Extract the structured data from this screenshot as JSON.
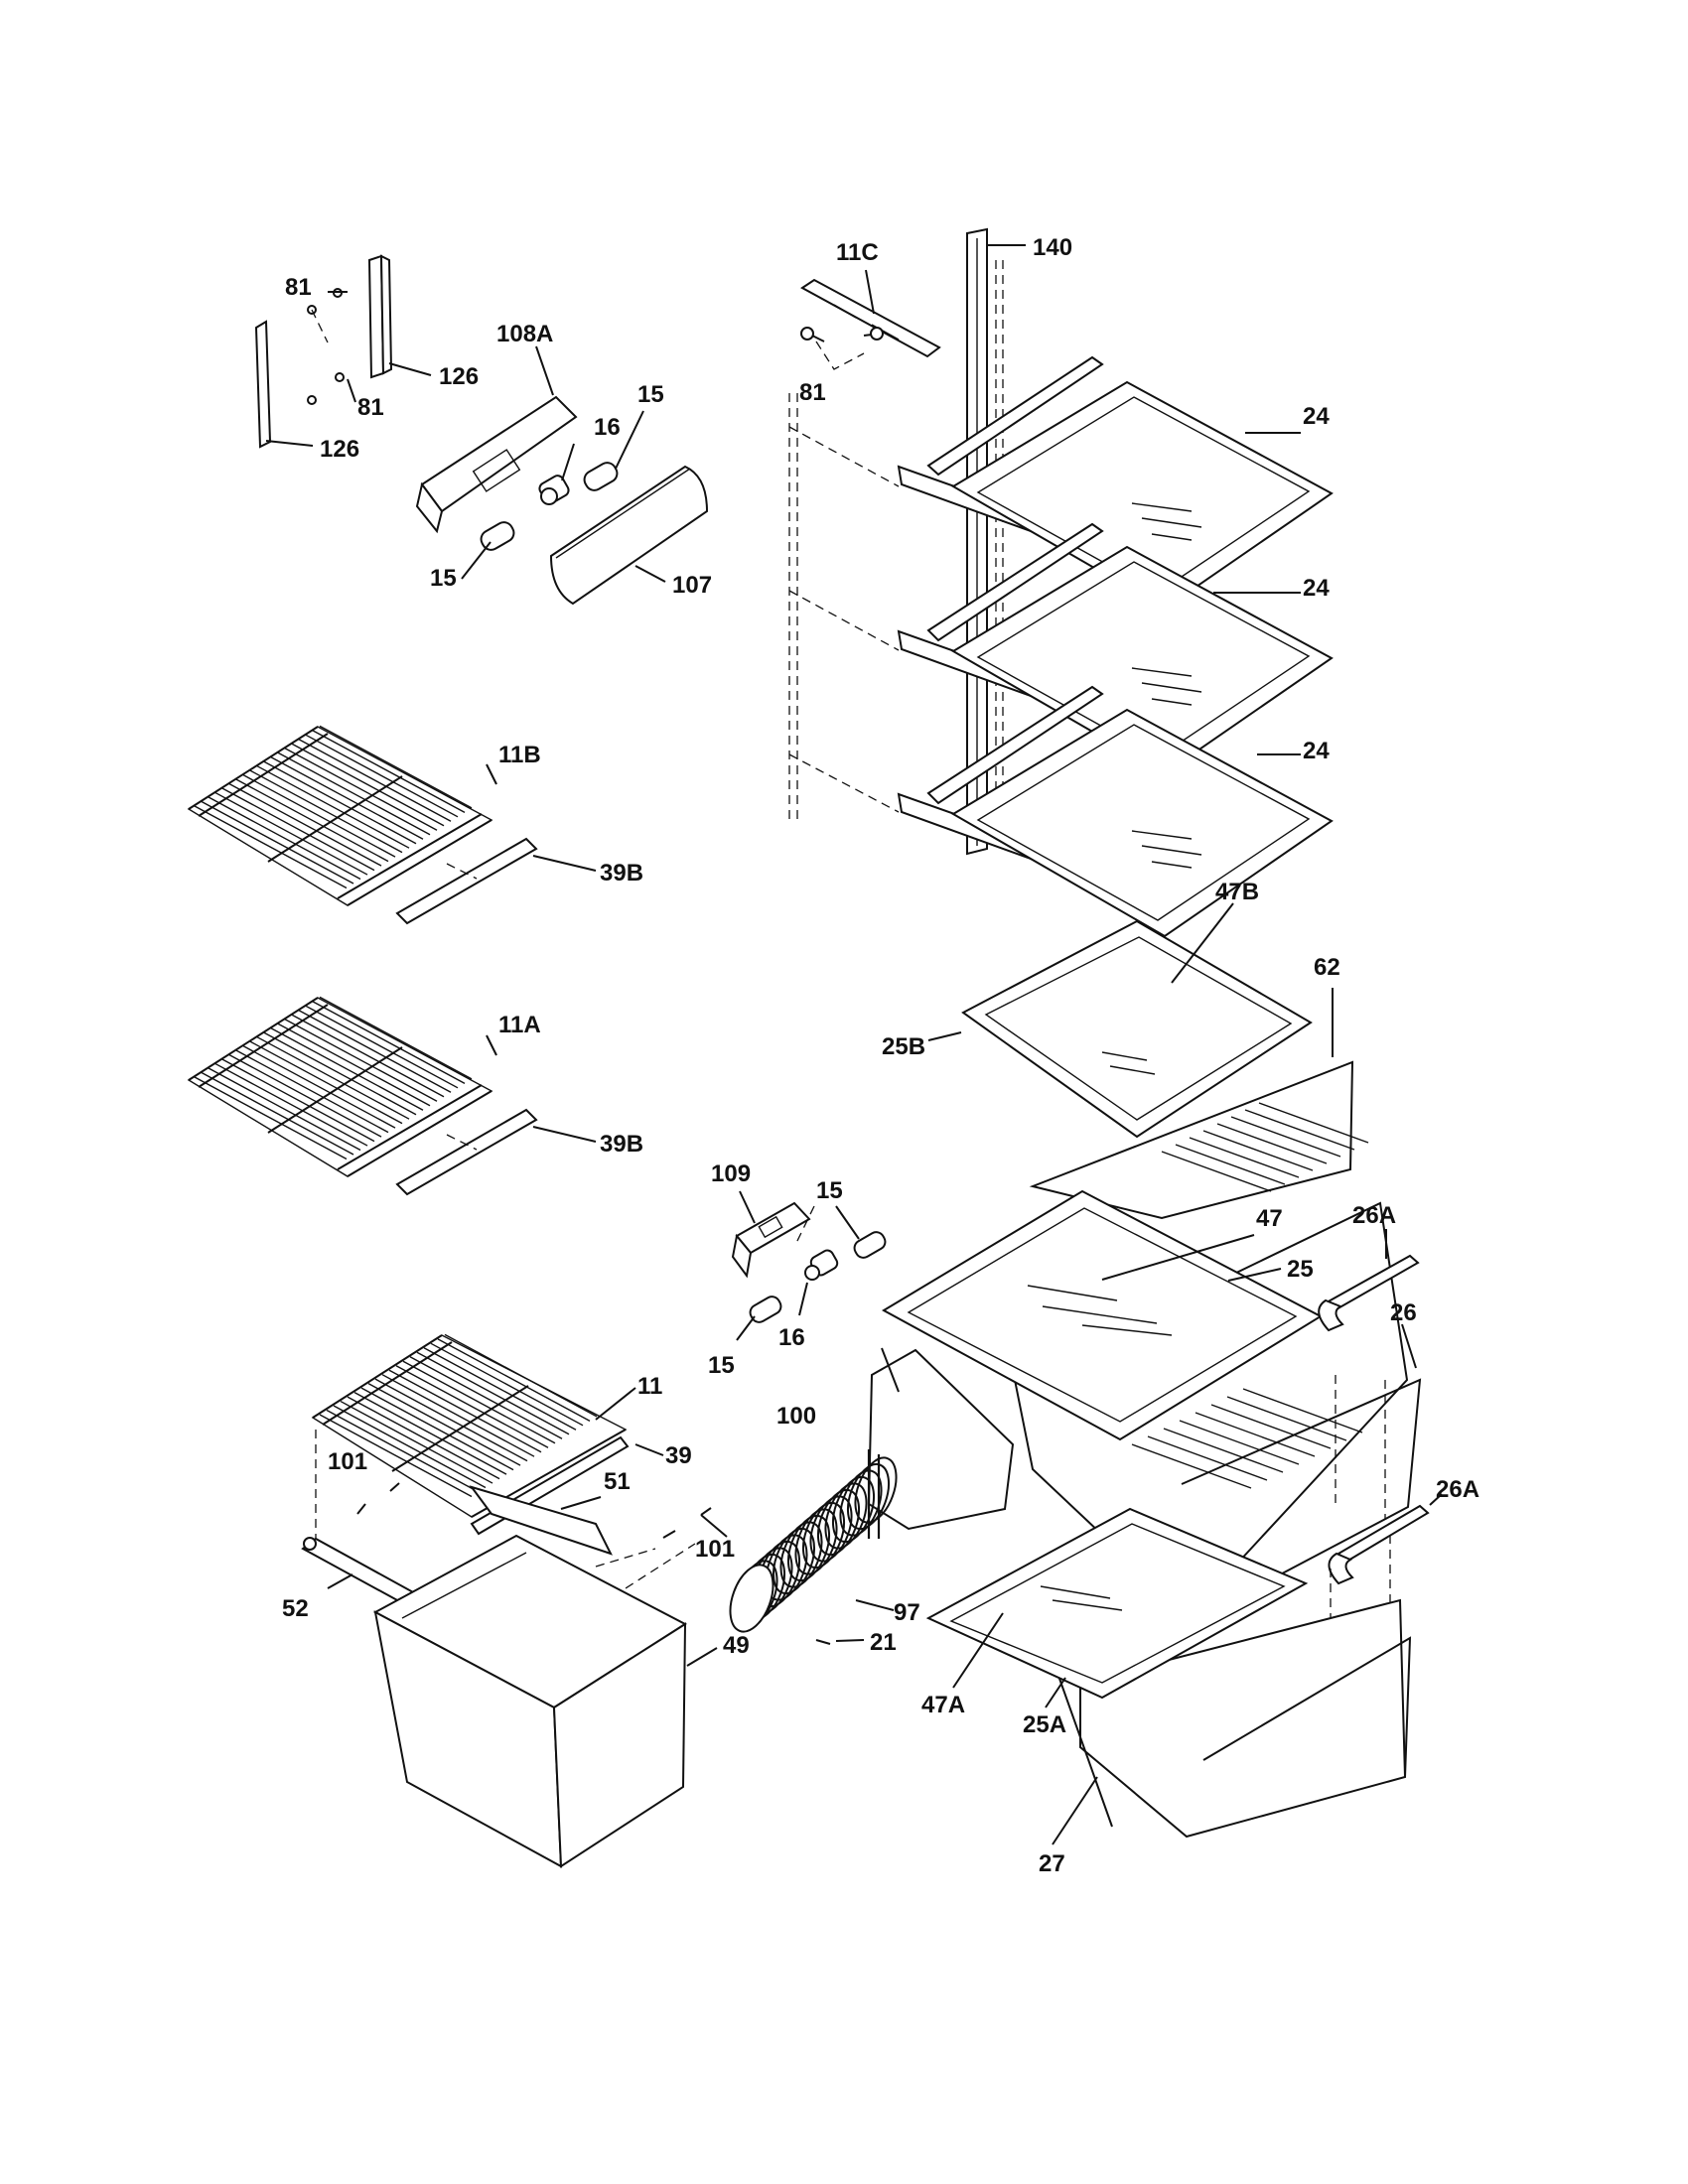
{
  "callouts": [
    {
      "id": "c-140",
      "text": "140"
    },
    {
      "id": "c-11c",
      "text": "11C"
    },
    {
      "id": "c-81a",
      "text": "81"
    },
    {
      "id": "c-81b",
      "text": "81"
    },
    {
      "id": "c-81c",
      "text": "81"
    },
    {
      "id": "c-108a",
      "text": "108A"
    },
    {
      "id": "c-126a",
      "text": "126"
    },
    {
      "id": "c-126b",
      "text": "126"
    },
    {
      "id": "c-15a",
      "text": "15"
    },
    {
      "id": "c-16a",
      "text": "16"
    },
    {
      "id": "c-15b",
      "text": "15"
    },
    {
      "id": "c-107",
      "text": "107"
    },
    {
      "id": "c-24a",
      "text": "24"
    },
    {
      "id": "c-24b",
      "text": "24"
    },
    {
      "id": "c-24c",
      "text": "24"
    },
    {
      "id": "c-11b",
      "text": "11B"
    },
    {
      "id": "c-39b-1",
      "text": "39B"
    },
    {
      "id": "c-47b",
      "text": "47B"
    },
    {
      "id": "c-62",
      "text": "62"
    },
    {
      "id": "c-25b",
      "text": "25B"
    },
    {
      "id": "c-11a",
      "text": "11A"
    },
    {
      "id": "c-39b-2",
      "text": "39B"
    },
    {
      "id": "c-109",
      "text": "109"
    },
    {
      "id": "c-15c",
      "text": "15"
    },
    {
      "id": "c-16b",
      "text": "16"
    },
    {
      "id": "c-15d",
      "text": "15"
    },
    {
      "id": "c-47",
      "text": "47"
    },
    {
      "id": "c-26a-1",
      "text": "26A"
    },
    {
      "id": "c-25",
      "text": "25"
    },
    {
      "id": "c-26",
      "text": "26"
    },
    {
      "id": "c-11",
      "text": "11"
    },
    {
      "id": "c-39",
      "text": "39"
    },
    {
      "id": "c-100",
      "text": "100"
    },
    {
      "id": "c-101a",
      "text": "101"
    },
    {
      "id": "c-51",
      "text": "51"
    },
    {
      "id": "c-26a-2",
      "text": "26A"
    },
    {
      "id": "c-101b",
      "text": "101"
    },
    {
      "id": "c-52",
      "text": "52"
    },
    {
      "id": "c-97",
      "text": "97"
    },
    {
      "id": "c-49",
      "text": "49"
    },
    {
      "id": "c-21",
      "text": "21"
    },
    {
      "id": "c-47a",
      "text": "47A"
    },
    {
      "id": "c-25a",
      "text": "25A"
    },
    {
      "id": "c-27",
      "text": "27"
    }
  ]
}
